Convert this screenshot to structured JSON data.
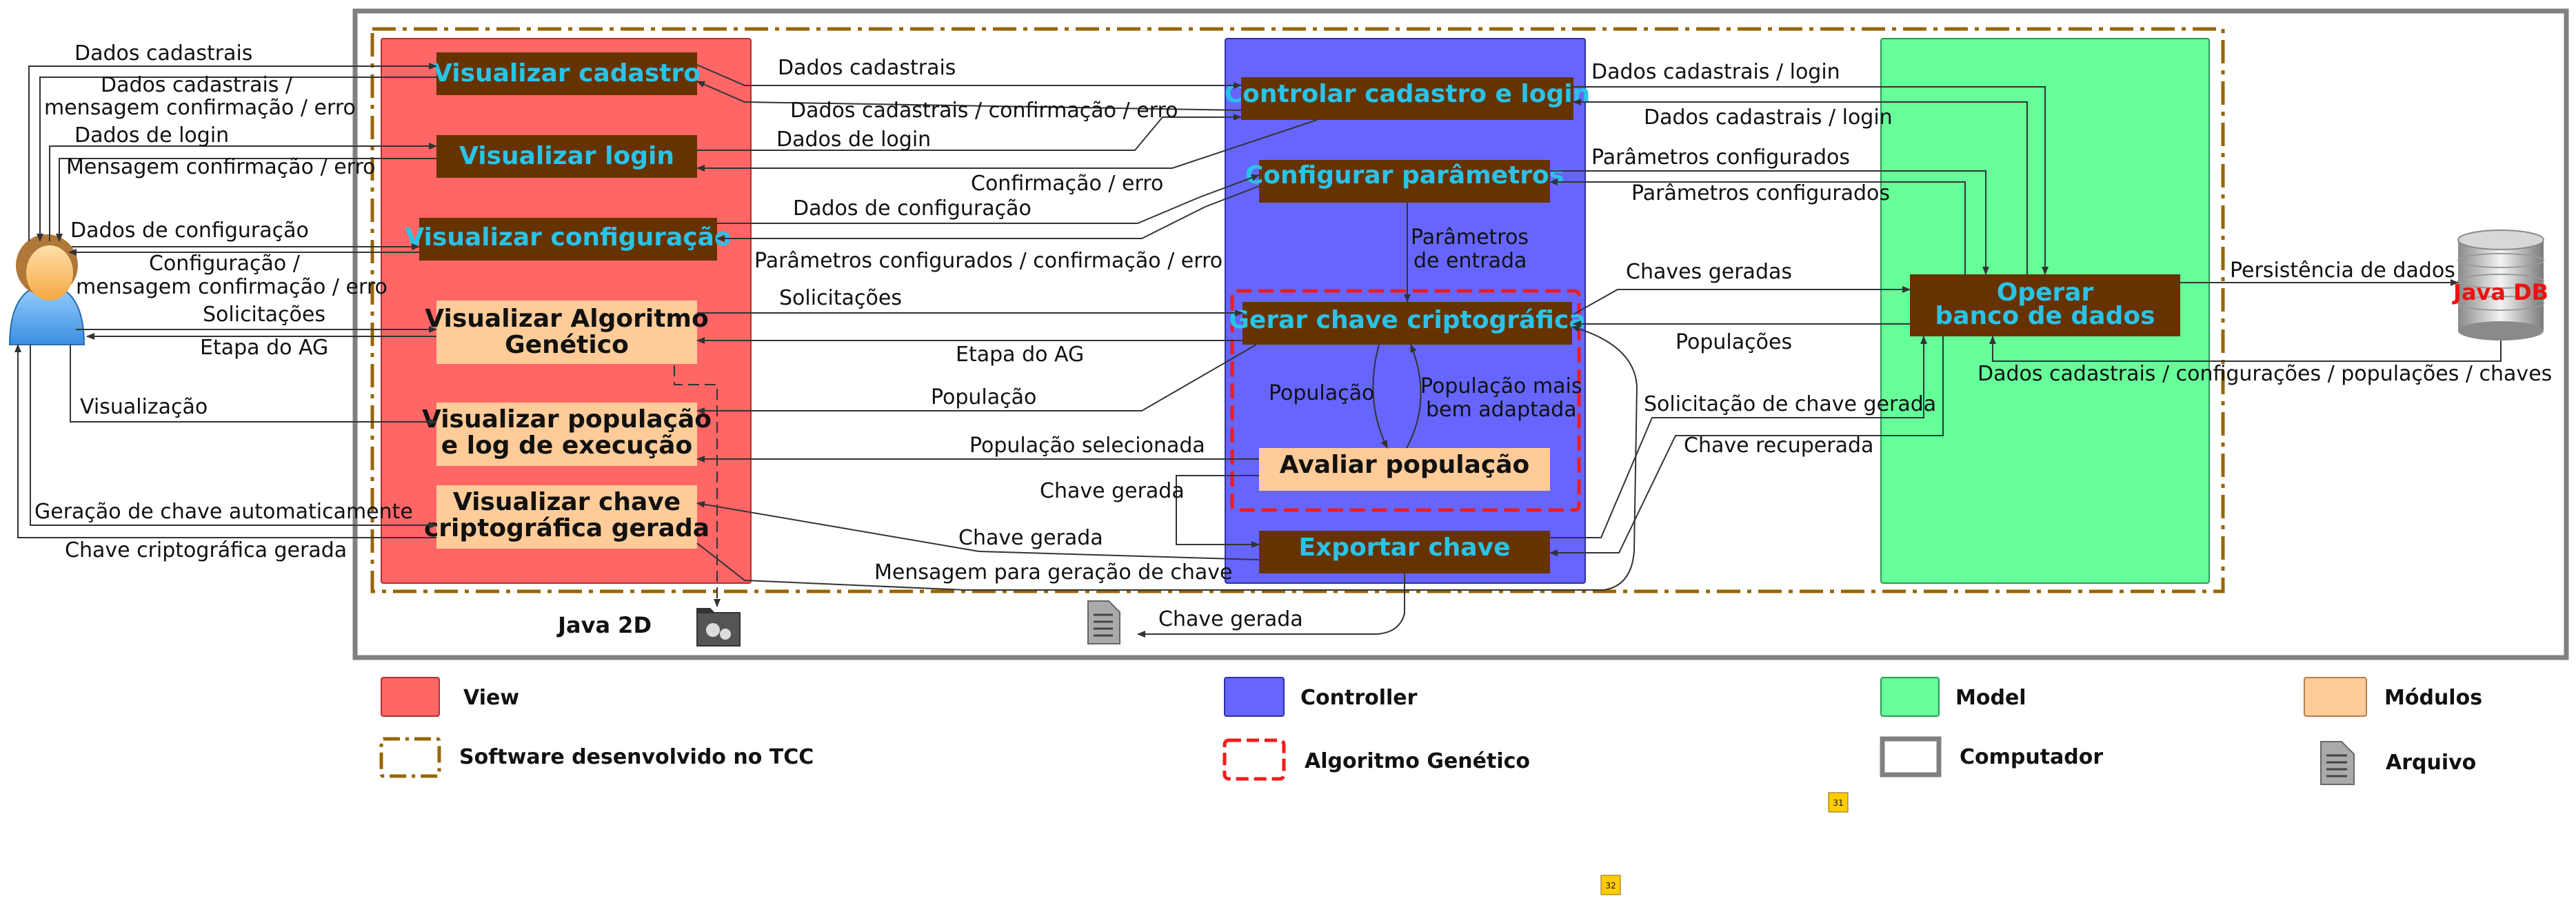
{
  "colors": {
    "view": "#ff6666",
    "controller": "#6666ff",
    "model": "#66ff99",
    "modules": "#ffcc99",
    "component_box": "#663300",
    "component_text": "#29c3e8",
    "software_border": "#996600",
    "ga_border": "#ee1c1c",
    "computer_border": "#808080"
  },
  "view": {
    "visualizar_cadastro": "Visualizar cadastro",
    "visualizar_login": "Visualizar login",
    "visualizar_configuracao": "Visualizar configuração",
    "visualizar_ag": [
      "Visualizar Algoritmo",
      "Genético"
    ],
    "visualizar_populacao": [
      "Visualizar população",
      "e log de execução"
    ],
    "visualizar_chave": [
      "Visualizar chave",
      "criptográfica gerada"
    ]
  },
  "controller": {
    "controlar_cadastro": "Controlar cadastro e login",
    "configurar_parametros": "Configurar parâmetros",
    "gerar_chave": "Gerar chave criptográfica",
    "avaliar_populacao": "Avaliar população",
    "exportar_chave": "Exportar chave"
  },
  "model": {
    "operar_banco": [
      "Operar",
      "banco de dados"
    ]
  },
  "external": {
    "java_db": "Java DB",
    "java_2d": "Java 2D"
  },
  "user_labels": {
    "dados_cadastrais": "Dados cadastrais",
    "dados_cadastrais_msg": [
      "Dados cadastrais /",
      "mensagem confirmação / erro"
    ],
    "dados_login": "Dados de login",
    "mensagem_confirmacao": "Mensagem confirmação / erro",
    "dados_configuracao": "Dados de configuração",
    "configuracao_msg": [
      "Configuração /",
      "mensagem confirmação / erro"
    ],
    "solicitacoes": "Solicitações",
    "etapa_ag": "Etapa do AG",
    "visualizacao": "Visualização",
    "geracao_chave": "Geração de chave automaticamente",
    "chave_gerada_user": "Chave criptográfica gerada"
  },
  "view_controller_labels": {
    "dados_cadastrais": "Dados cadastrais",
    "dados_cadastrais_conf": "Dados cadastrais / confirmação / erro",
    "dados_login": "Dados de login",
    "confirmacao_erro": "Confirmação / erro",
    "dados_configuracao": "Dados de configuração",
    "parametros_conf": "Parâmetros configurados / confirmação / erro",
    "solicitacoes": "Solicitações",
    "etapa_ag": "Etapa do AG",
    "populacao": "População",
    "populacao_selecionada": "População selecionada",
    "chave_gerada": "Chave gerada",
    "mensagem_geracao": "Mensagem para geração de chave",
    "chave_gerada_left": "Chave gerada",
    "chave_gerada_file": "Chave gerada"
  },
  "controller_internal_labels": {
    "parametros_entrada": [
      "Parâmetros",
      "de entrada"
    ],
    "populacao": "População",
    "populacao_adaptada": [
      "População mais",
      "bem adaptada"
    ]
  },
  "controller_model_labels": {
    "dados_cadastrais_login_1": "Dados cadastrais / login",
    "dados_cadastrais_login_2": "Dados cadastrais / login",
    "parametros_1": "Parâmetros configurados",
    "parametros_2": "Parâmetros configurados",
    "chaves_geradas": "Chaves geradas",
    "populacoes": "Populações",
    "solicitacao_chave": "Solicitação de chave gerada",
    "chave_recuperada": "Chave recuperada"
  },
  "model_db_labels": {
    "persistencia": "Persistência de dados",
    "dados_db": "Dados cadastrais / configurações / populações / chaves"
  },
  "legend": {
    "view": "View",
    "controller": "Controller",
    "model": "Model",
    "modulos": "Módulos",
    "software": "Software desenvolvido no TCC",
    "ag": "Algoritmo Genético",
    "computador": "Computador",
    "arquivo": "Arquivo"
  },
  "page_numbers": {
    "n31": "31",
    "n32": "32"
  }
}
